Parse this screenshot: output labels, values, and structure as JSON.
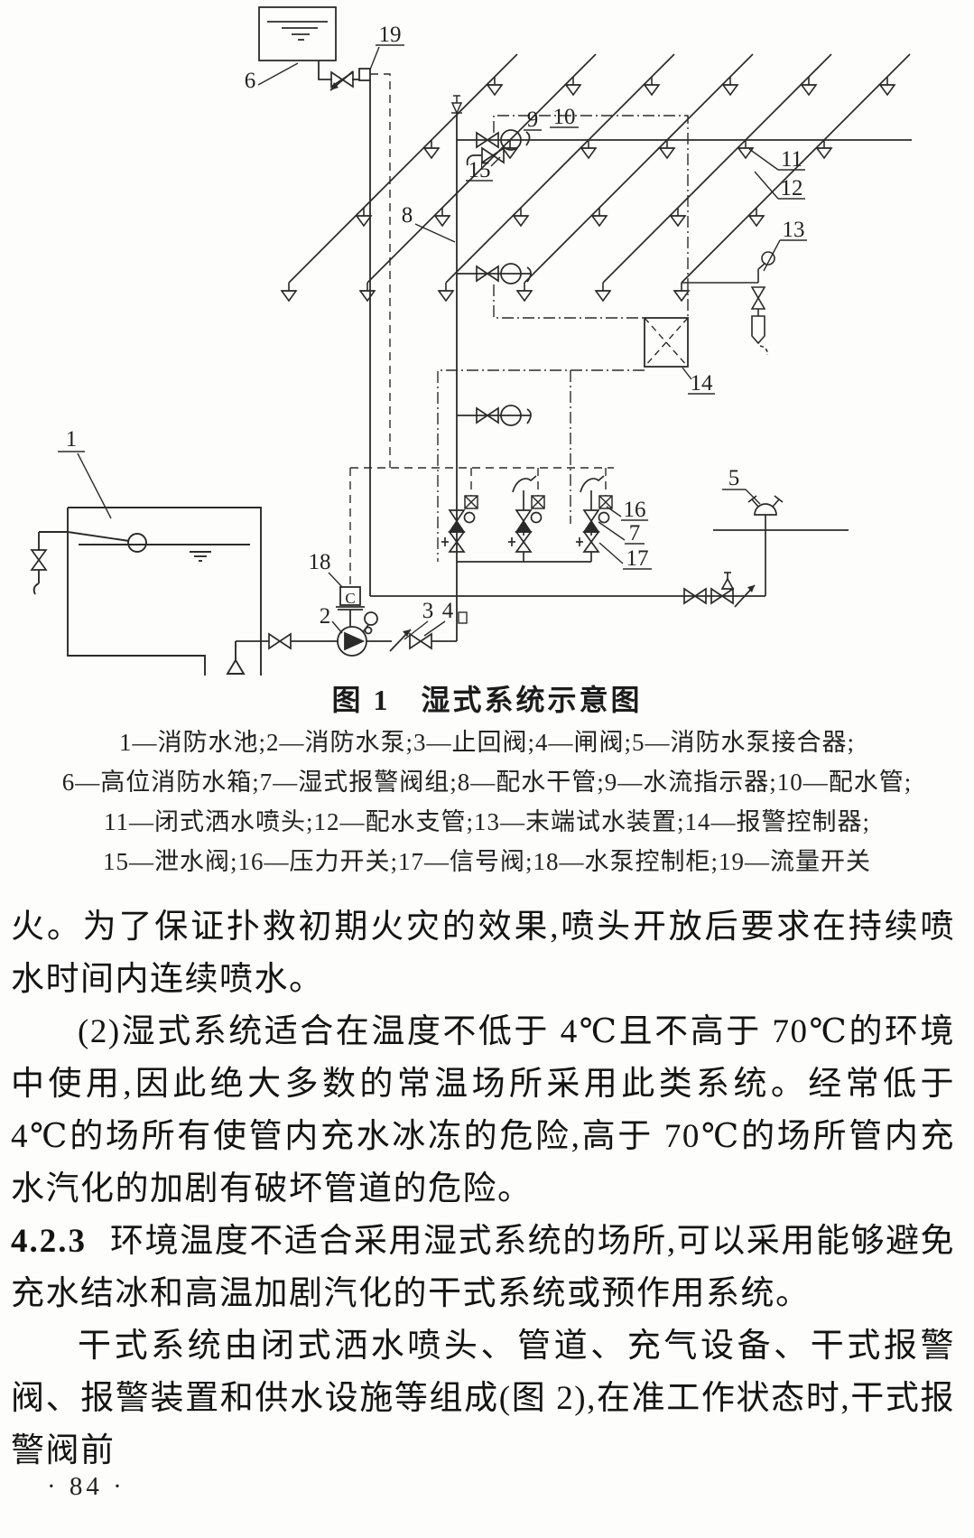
{
  "figure": {
    "caption_label": "图 1",
    "caption_title": "湿式系统示意图",
    "legend_lines": [
      "1—消防水池;2—消防水泵;3—止回阀;4—闸阀;5—消防水泵接合器;",
      "6—高位消防水箱;7—湿式报警阀组;8—配水干管;9—水流指示器;10—配水管;",
      "11—闭式洒水喷头;12—配水支管;13—末端试水装置;14—报警控制器;",
      "15—泄水阀;16—压力开关;17—信号阀;18—水泵控制柜;19—流量开关"
    ],
    "callout_numbers": [
      "1",
      "2",
      "3",
      "4",
      "5",
      "6",
      "7",
      "8",
      "9",
      "10",
      "11",
      "12",
      "13",
      "14",
      "15",
      "16",
      "17",
      "18",
      "19"
    ],
    "cabinet_letter": "C"
  },
  "body": {
    "paragraphs": [
      {
        "lead": "",
        "text": "火。为了保证扑救初期火灾的效果,喷头开放后要求在持续喷水时间内连续喷水。"
      },
      {
        "lead": "",
        "text": "(2)湿式系统适合在温度不低于 4℃且不高于 70℃的环境中使用,因此绝大多数的常温场所采用此类系统。经常低于 4℃的场所有使管内充水冰冻的危险,高于 70℃的场所管内充水汽化的加剧有破坏管道的危险。"
      },
      {
        "lead": "4.2.3",
        "text": "环境温度不适合采用湿式系统的场所,可以采用能够避免充水结冰和高温加剧汽化的干式系统或预作用系统。"
      },
      {
        "lead": "",
        "text": "干式系统由闭式洒水喷头、管道、充气设备、干式报警阀、报警装置和供水设施等组成(图 2),在准工作状态时,干式报警阀前"
      }
    ]
  },
  "footer": {
    "page_number": "· 84 ·"
  }
}
